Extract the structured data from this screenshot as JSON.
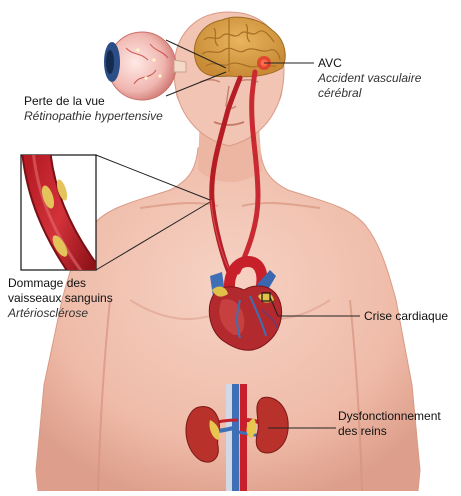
{
  "labels": {
    "stroke": {
      "title": "AVC",
      "line1": "Accident vasculaire",
      "line2": "cérébral"
    },
    "vision": {
      "title": "Perte de la vue",
      "subtitle": "Rétinopathie hypertensive"
    },
    "vessels": {
      "line1": "Dommage des",
      "line2": "vaisseaux sanguins",
      "subtitle": "Artériosclérose"
    },
    "heart": {
      "title": "Crise cardiaque"
    },
    "kidney": {
      "line1": "Dysfonctionnement",
      "line2": "des reins"
    }
  },
  "colors": {
    "skin": "#f2c3b3",
    "skin_shadow": "#e0a593",
    "artery": "#c8202a",
    "artery_dark": "#8e1218",
    "vein": "#3f6fb5",
    "brain": "#d9a24a",
    "plaque": "#e4c35a",
    "kidney": "#b8312a",
    "lesion": "#e23a2e"
  },
  "icons": [
    "brain-icon",
    "eye-icon",
    "heart-icon",
    "kidney-icon"
  ]
}
